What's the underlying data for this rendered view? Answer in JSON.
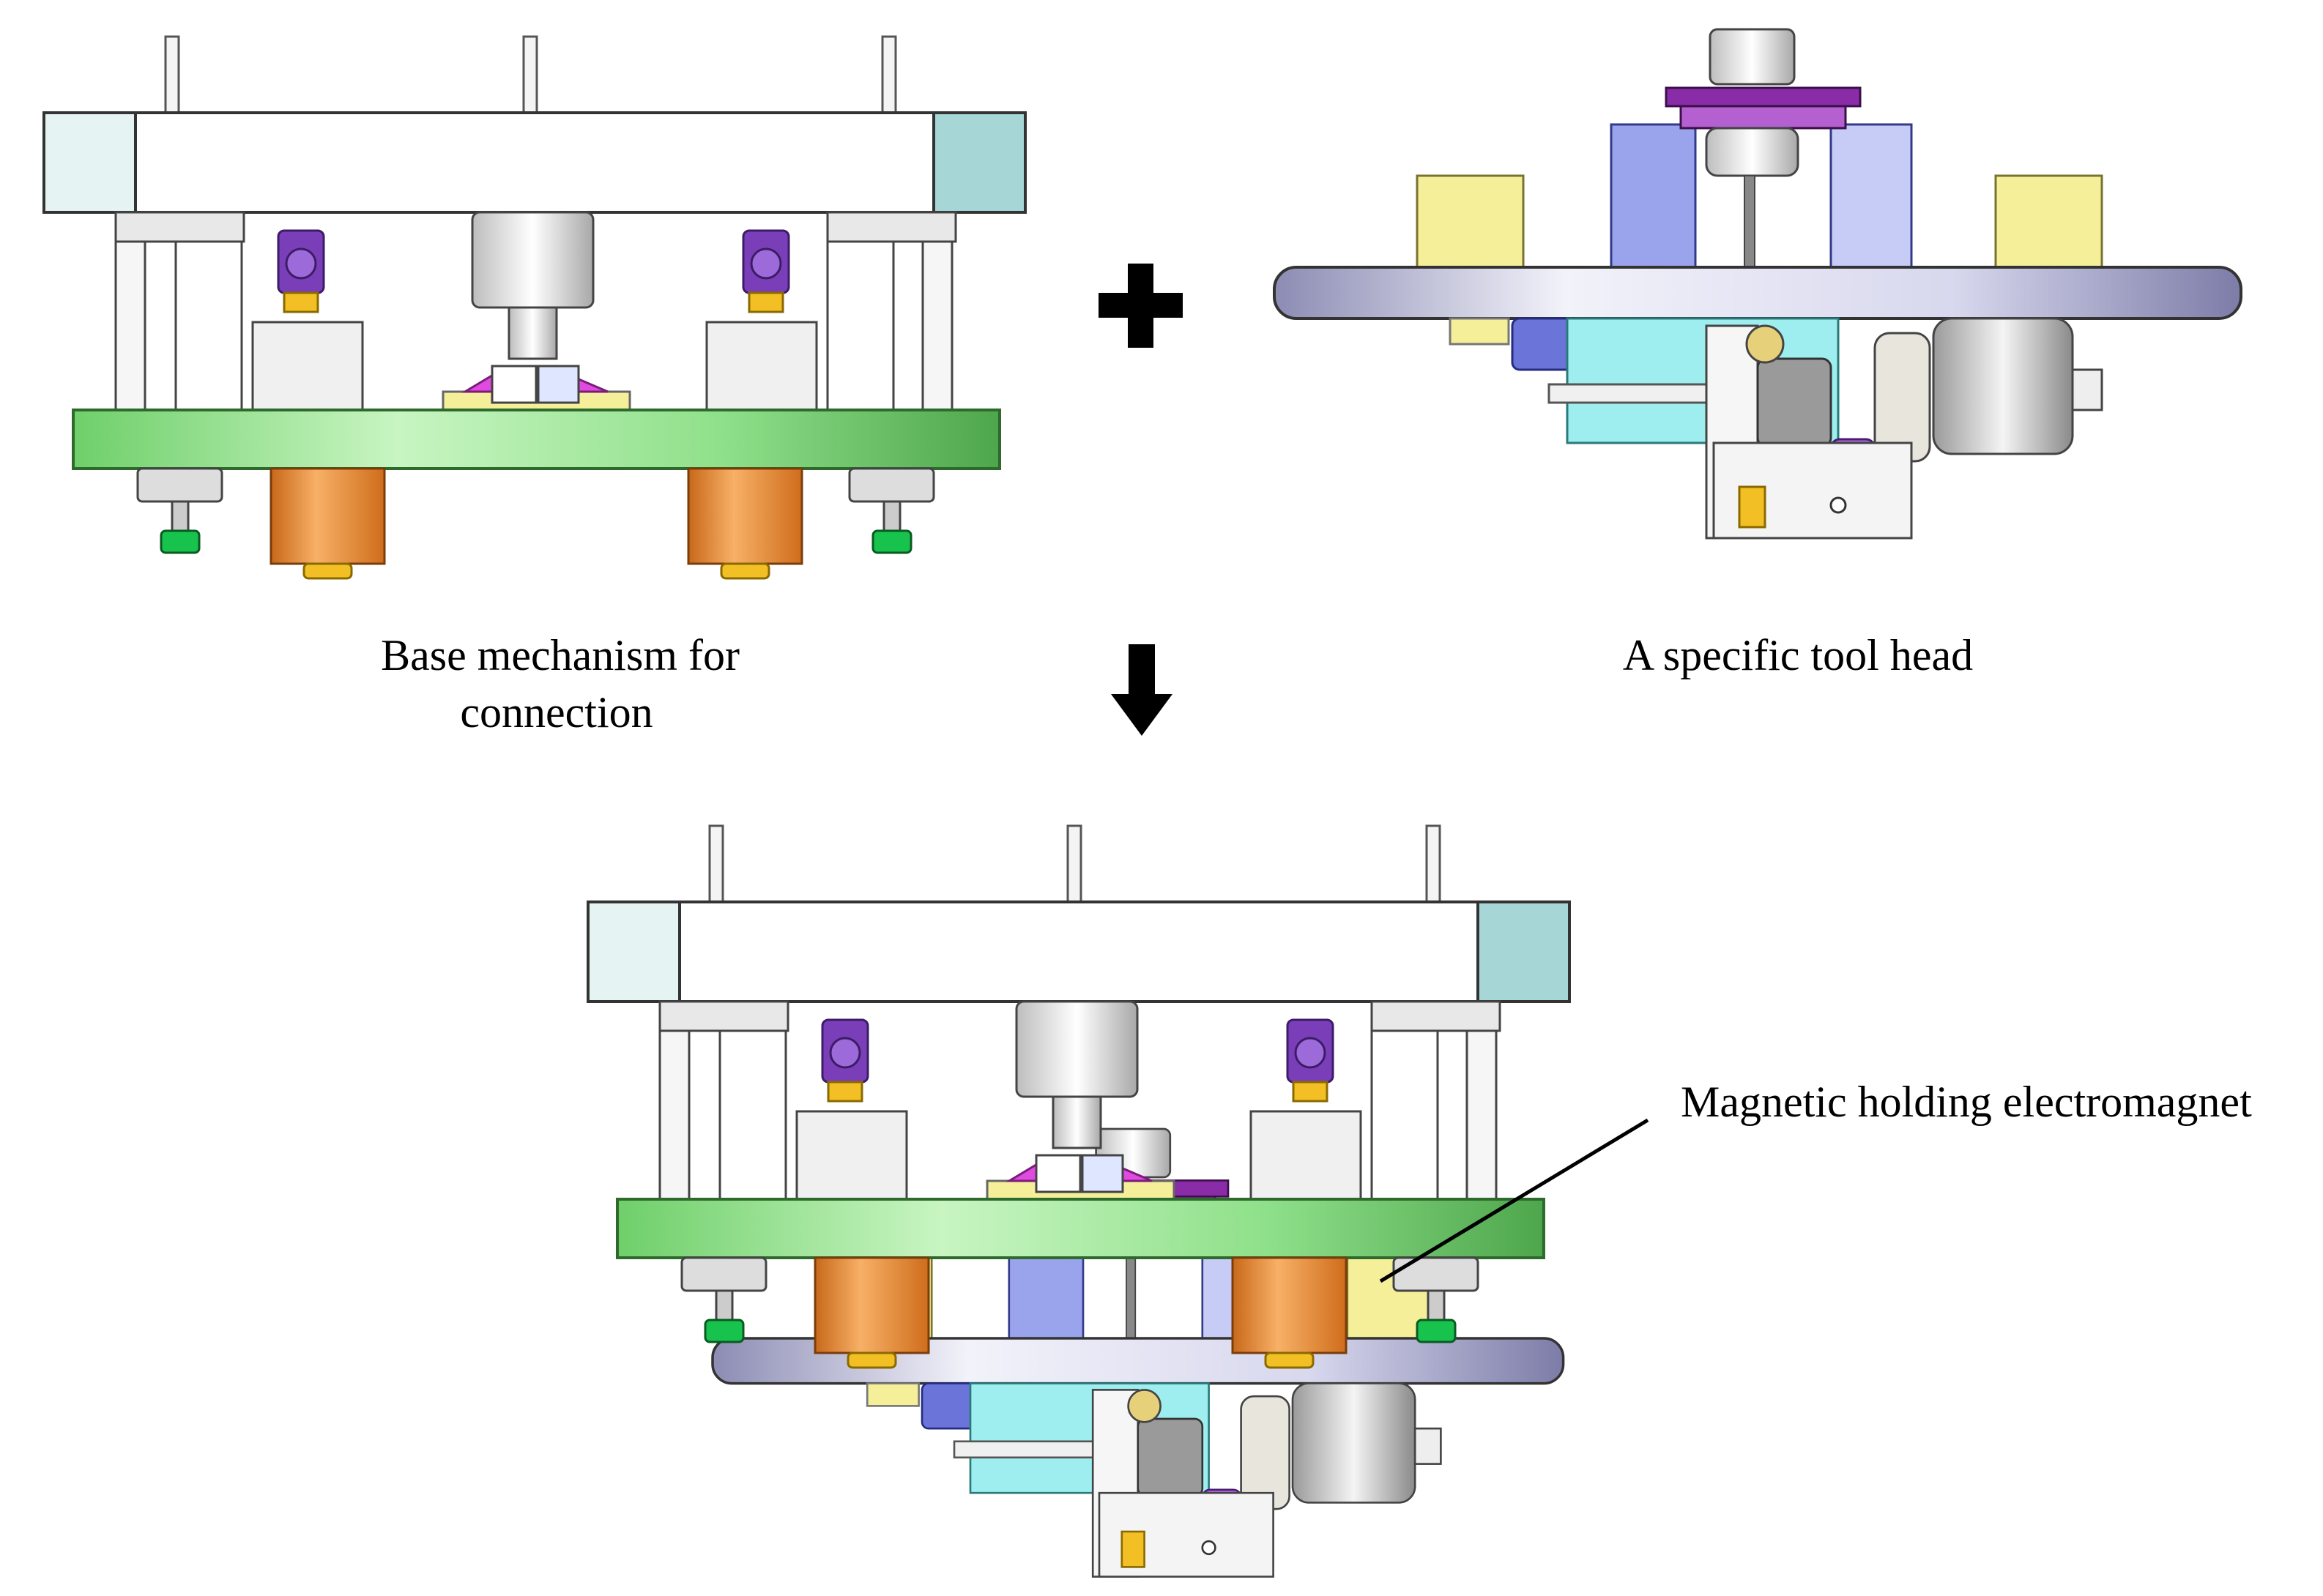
{
  "labels": {
    "base_line1": "Base mechanism for",
    "base_line2": "connection",
    "tool_head": "A specific tool head",
    "magnet": "Magnetic holding electromagnet"
  },
  "symbols": {
    "plus": "plus-icon",
    "arrow": "arrow-down-icon"
  },
  "colors": {
    "green_plate": "#8fe08a",
    "orange_magnet": "#e8892a",
    "purple_valve": "#7a3fb8",
    "tool_disc": "#c8c8e6",
    "teal_block": "#a6d6d6",
    "yellow_block": "#f5ef9a",
    "cyan_body": "#9eeef0",
    "blue_block": "#9aa4ec"
  }
}
